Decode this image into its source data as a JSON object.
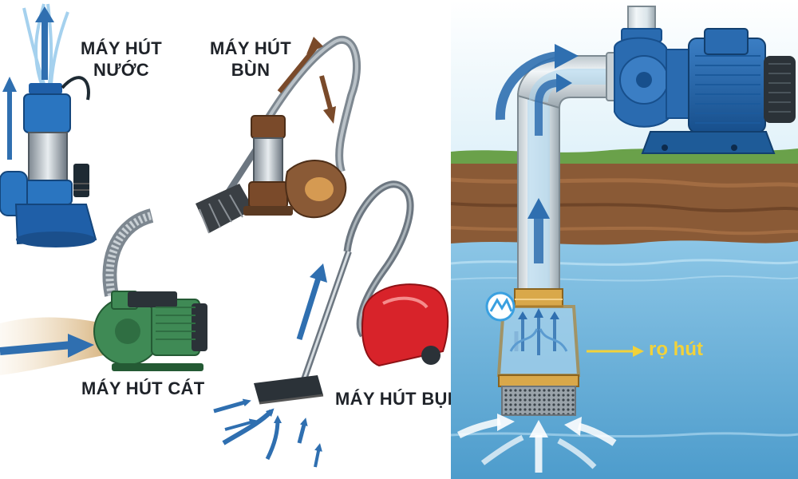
{
  "labels": {
    "water_pump": "MÁY HÚT\nNƯỚC",
    "mud_pump": "MÁY HÚT\nBÙN",
    "sand_pump": "MÁY HÚT CÁT",
    "dust_vacuum": "MÁY HÚT BỤI",
    "suction_strainer": "rọ hút"
  },
  "colors": {
    "arrow_blue": "#2f6fb0",
    "arrow_brown": "#7a4a2a",
    "pump_blue": "#1f5fa8",
    "pump_green": "#3f8a55",
    "vacuum_red": "#d8232a",
    "water": "#6fb3d9",
    "soil": "#8a5a36",
    "grass": "#6aa14a",
    "sky": "#dff1f9",
    "strainer_brass": "#d9a84a",
    "label_yellow": "#f2d23a"
  },
  "icons": [
    "arrow-icon",
    "logo-icon"
  ]
}
